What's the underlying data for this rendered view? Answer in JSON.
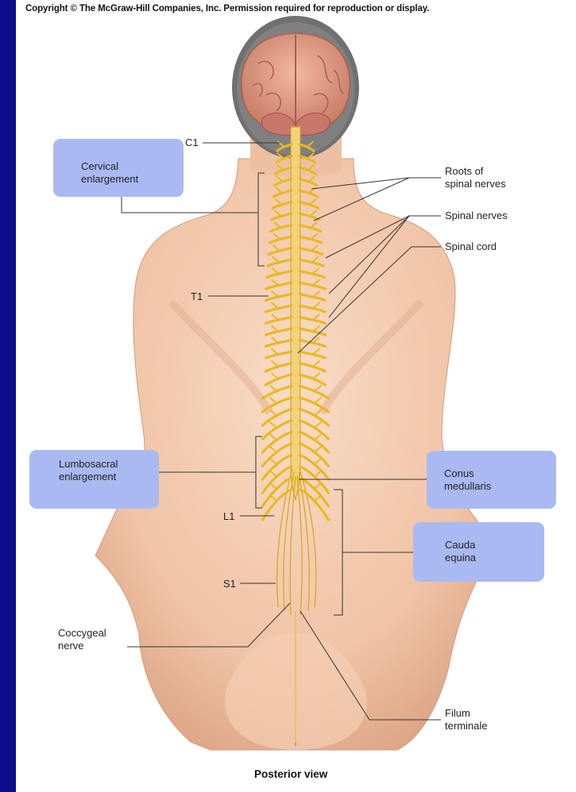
{
  "copyright": "Copyright © The McGraw-Hill Companies, Inc. Permission required for reproduction or display.",
  "caption": "Posterior view",
  "labels": {
    "c1": "C1",
    "t1": "T1",
    "l1": "L1",
    "s1": "S1",
    "cervical_1": "Cervical",
    "cervical_2": "enlargement",
    "lumbosacral_1": "Lumbosacral",
    "lumbosacral_2": "enlargement",
    "roots_1": "Roots of",
    "roots_2": "spinal nerves",
    "spinal_nerves": "Spinal nerves",
    "spinal_cord": "Spinal cord",
    "conus_1": "Conus",
    "conus_2": "medullaris",
    "cauda_1": "Cauda",
    "cauda_2": "equina",
    "coccygeal_1": "Coccygeal",
    "coccygeal_2": "nerve",
    "filum_1": "Filum",
    "filum_2": "terminale"
  },
  "colors": {
    "background": "#0a0c88",
    "highlight_box": "#aab9f2",
    "skin": "#f2c9ad",
    "nerve": "#f0c830",
    "hair": "#6b6b6b",
    "brain": "#e4a08a"
  }
}
